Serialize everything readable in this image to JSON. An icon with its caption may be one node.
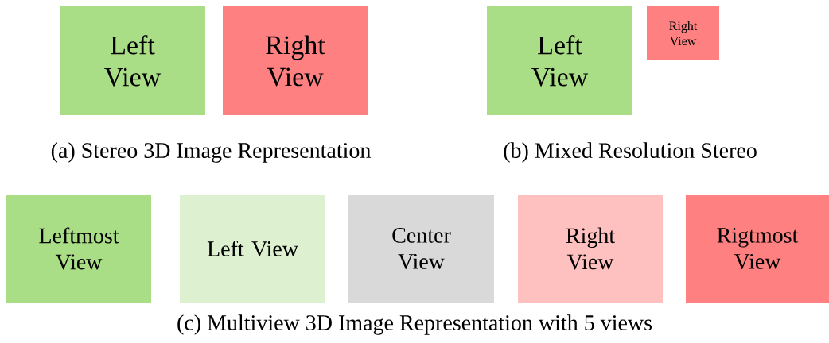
{
  "diagram": {
    "nodes": [
      {
        "text": [
          "Left View"
        ]
      },
      {
        "text": [
          "Right View"
        ]
      },
      {
        "text": [
          "Left View"
        ]
      },
      {
        "text": [
          "Right View"
        ]
      },
      {
        "text": [
          "Leftmost View"
        ]
      },
      {
        "text": [
          "Left View"
        ]
      },
      {
        "text": [
          "Center View"
        ]
      },
      {
        "text": [
          "Right View"
        ]
      },
      {
        "text": [
          "Rigtmost View"
        ]
      }
    ],
    "labels": [
      "(a) Stereo 3D Image Representation",
      "(b) Mixed Resolution Stereo",
      "(c) Multiview 3D Image Representation with 5 views"
    ]
  }
}
